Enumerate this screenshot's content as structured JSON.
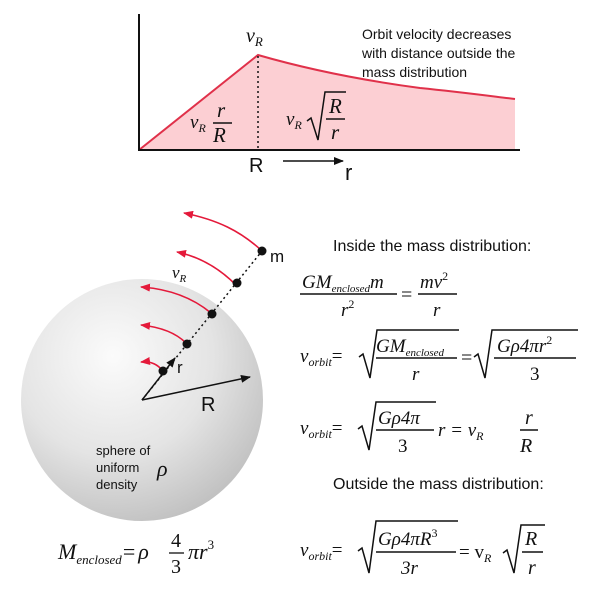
{
  "graph": {
    "peak_label_v": "v",
    "peak_label_sub": "R",
    "annotation_lines": [
      "Orbit velocity decreases",
      "with distance outside the",
      "mass distribution"
    ],
    "inner_formula": {
      "v": "v",
      "sub": "R",
      "num": "r",
      "den": "R"
    },
    "outer_formula": {
      "v": "v",
      "sub": "R",
      "num": "R",
      "den": "r"
    },
    "x_tick_label": "R",
    "x_axis_label": "r",
    "fill_color": "#fccfd3",
    "curve_color": "#e0314a"
  },
  "sphere": {
    "mass_label": "m",
    "velocity_label_v": "v",
    "velocity_label_sub": "R",
    "radius_small_label": "r",
    "radius_big_label": "R",
    "density_text_lines": [
      "sphere of",
      "uniform",
      "density"
    ],
    "density_symbol": "ρ",
    "arrow_color": "#e4193a"
  },
  "enclosed_mass": {
    "M": "M",
    "M_sub": "enclosed",
    "equals": "=",
    "rho": "ρ",
    "frac_num": "4",
    "frac_den": "3",
    "pi_r": "πr",
    "exp": "3"
  },
  "inside": {
    "heading": "Inside the mass distribution:",
    "eq1": {
      "lhs_num_G": "GM",
      "lhs_num_sub": "enclosed",
      "lhs_num_m": "m",
      "lhs_den": "r",
      "lhs_den_exp": "2",
      "equals": "=",
      "rhs_num": "mv",
      "rhs_num_exp": "2",
      "rhs_den": "r"
    },
    "eq2": {
      "v": "v",
      "v_sub": "orbit",
      "equals": "=",
      "sqrt1_num": "GM",
      "sqrt1_num_sub": "enclosed",
      "sqrt1_den": "r",
      "equals2": "=",
      "sqrt2_num": "Gρ4πr",
      "sqrt2_num_exp": "2",
      "sqrt2_den": "3"
    },
    "eq3": {
      "v": "v",
      "v_sub": "orbit",
      "equals": "=",
      "sqrt_num": "Gρ4π",
      "sqrt_den": "3",
      "tail": "r = v",
      "tail_sub": "R",
      "frac_num": "r",
      "frac_den": "R"
    }
  },
  "outside": {
    "heading": "Outside the mass distribution:",
    "eq": {
      "v": "v",
      "v_sub": "orbit",
      "equals": "=",
      "sqrt_num": "Gρ4πR",
      "sqrt_num_exp": "3",
      "sqrt_den": "3r",
      "equals2": "= v",
      "v2_sub": "R",
      "sqrt2_num": "R",
      "sqrt2_den": "r"
    }
  }
}
